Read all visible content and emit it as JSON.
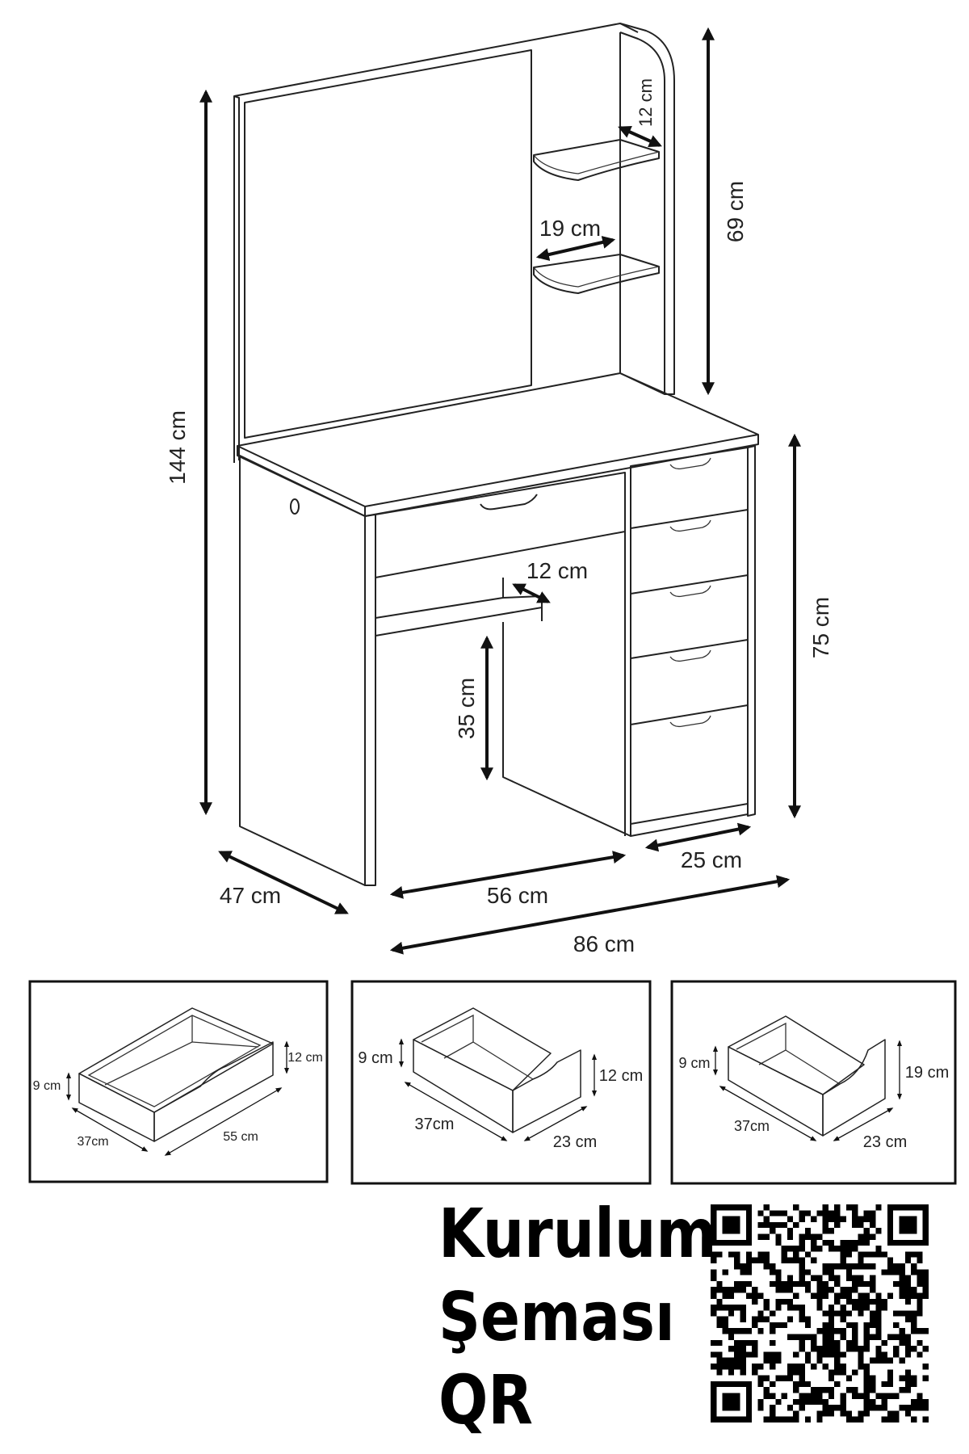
{
  "dimensions": {
    "total_height": "144 cm",
    "hutch_height": "69 cm",
    "desk_height": "75 cm",
    "knee_height": "35 cm",
    "hutch_shelf_depth": "12 cm",
    "hutch_shelf_width": "19 cm",
    "desk_shelf_depth": "12 cm",
    "depth": "47 cm",
    "knee_width": "56 cm",
    "pedestal_width": "25 cm",
    "total_width": "86 cm"
  },
  "drawers": [
    {
      "height_back": "9 cm",
      "height_front": "12 cm",
      "depth": "37cm",
      "width": "55 cm"
    },
    {
      "height_back": "9 cm",
      "height_front": "12 cm",
      "depth": "37cm",
      "width": "23 cm"
    },
    {
      "height_back": "9 cm",
      "height_front": "19 cm",
      "depth": "37cm",
      "width": "23 cm"
    }
  ],
  "qr_section": {
    "line1": "Kurulum",
    "line2": "Şeması",
    "line3": "QR"
  },
  "colors": {
    "line": "#222222",
    "background": "#ffffff"
  }
}
